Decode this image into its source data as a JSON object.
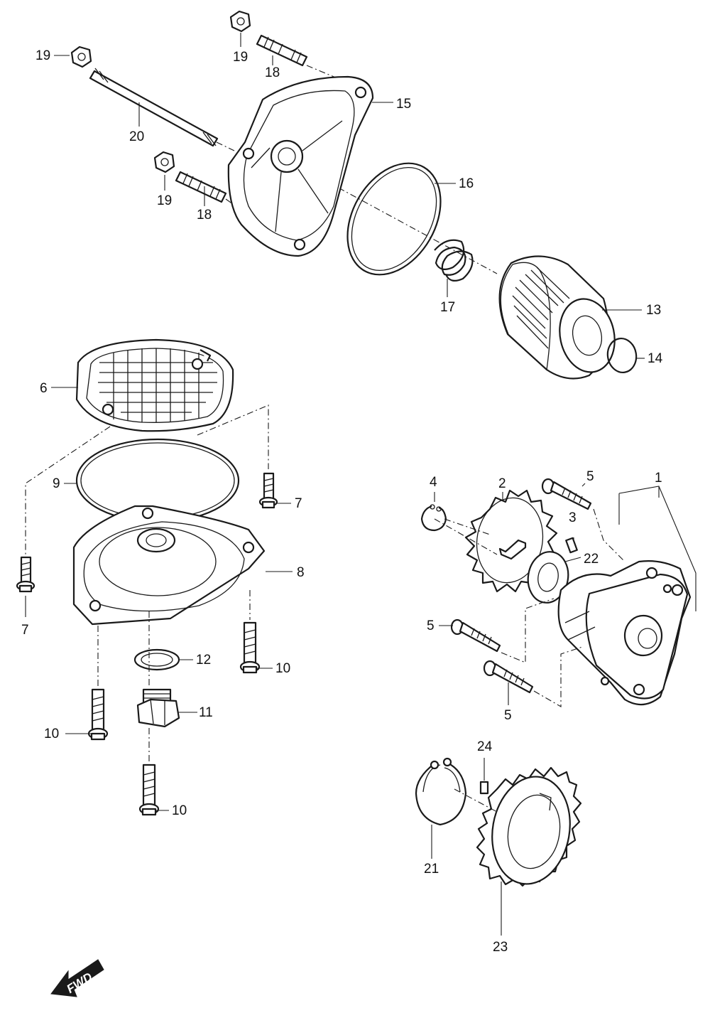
{
  "diagram": {
    "direction_label": "FWD",
    "callouts": {
      "c1": "1",
      "c2": "2",
      "c3": "3",
      "c4": "4",
      "c5a": "5",
      "c5b": "5",
      "c5c": "5",
      "c6": "6",
      "c7a": "7",
      "c7b": "7",
      "c8": "8",
      "c9": "9",
      "c10a": "10",
      "c10b": "10",
      "c10c": "10",
      "c11": "11",
      "c12": "12",
      "c13": "13",
      "c14": "14",
      "c15": "15",
      "c16": "16",
      "c17": "17",
      "c18a": "18",
      "c18b": "18",
      "c19a": "19",
      "c19b": "19",
      "c19c": "19",
      "c20": "20",
      "c21": "21",
      "c22": "22",
      "c23": "23",
      "c24": "24"
    }
  }
}
